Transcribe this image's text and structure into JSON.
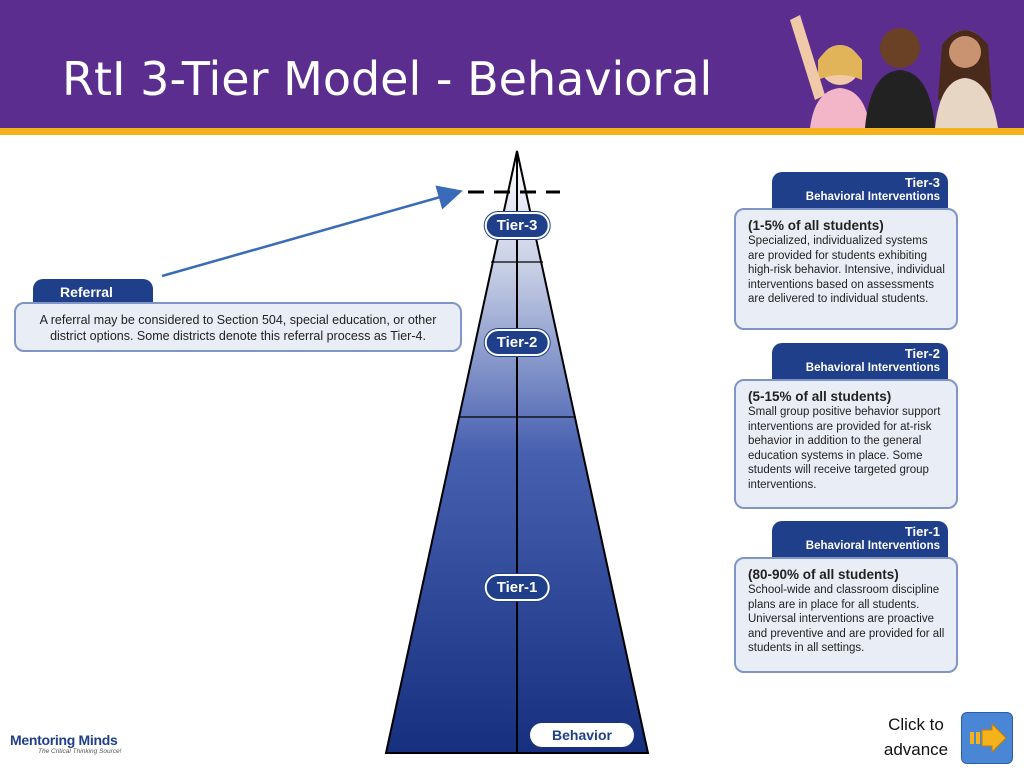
{
  "header": {
    "title": "RtI 3-Tier Model - Behavioral"
  },
  "pyramid": {
    "tiers": [
      {
        "label": "Tier-3"
      },
      {
        "label": "Tier-2"
      },
      {
        "label": "Tier-1"
      }
    ],
    "base_label": "Behavior"
  },
  "referral": {
    "tab": "Referral",
    "text": "A referral may be considered to Section 504, special education, or other district options. Some districts denote this referral process as Tier-4."
  },
  "panels": [
    {
      "tier": "Tier-3",
      "subtitle": "Behavioral Interventions",
      "heading": "(1-5% of all students)",
      "body": "Specialized, individualized systems are provided for students exhibiting high-risk behavior. Intensive, individual interventions based on assessments are delivered to individual students."
    },
    {
      "tier": "Tier-2",
      "subtitle": "Behavioral Interventions",
      "heading": "(5-15% of all students)",
      "body": "Small group positive behavior support interventions are provided for at-risk behavior in addition to the general education systems in place. Some students will receive targeted group interventions."
    },
    {
      "tier": "Tier-1",
      "subtitle": "Behavioral Interventions",
      "heading": "(80-90% of all students)",
      "body": "School-wide and classroom discipline plans are in place for all students. Universal interventions are proactive and preventive and are provided for all students in all settings."
    }
  ],
  "footer": {
    "logo": "Mentoring Minds",
    "tagline": "The Critical Thinking Source!",
    "advance_text": "Click to advance",
    "advance_icon": "arrow-right-icon"
  },
  "colors": {
    "header_purple": "#5b2d8e",
    "stripe_gold": "#f5b21a",
    "tier_blue": "#1f3f8a",
    "panel_border": "#7f95c8",
    "panel_fill": "#e9edf5"
  }
}
